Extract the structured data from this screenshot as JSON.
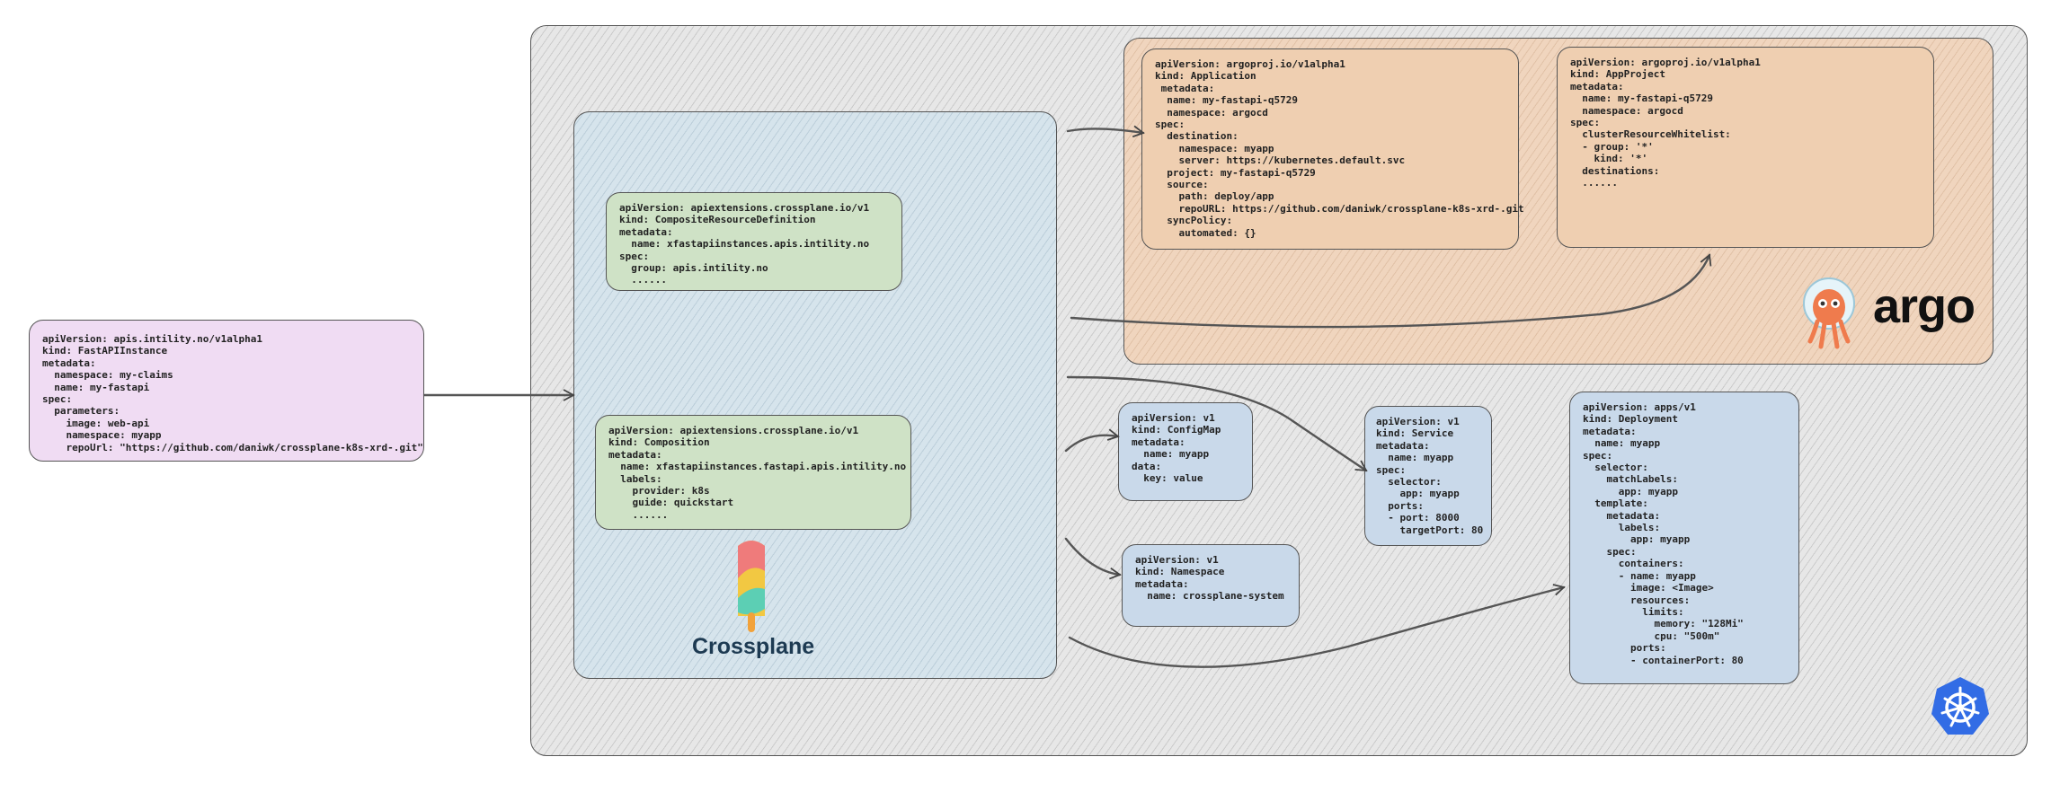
{
  "claim": {
    "code": "apiVersion: apis.intility.no/v1alpha1\nkind: FastAPIInstance\nmetadata:\n  namespace: my-claims\n  name: my-fastapi\nspec:\n  parameters:\n    image: web-api\n    namespace: myapp\n    repoUrl: \"https://github.com/daniwk/crossplane-k8s-xrd-.git\""
  },
  "crossplane": {
    "xrd": "apiVersion: apiextensions.crossplane.io/v1\nkind: CompositeResourceDefinition\nmetadata:\n  name: xfastapiinstances.apis.intility.no\nspec:\n  group: apis.intility.no\n  ......",
    "composition": "apiVersion: apiextensions.crossplane.io/v1\nkind: Composition\nmetadata:\n  name: xfastapiinstances.fastapi.apis.intility.no\n  labels:\n    provider: k8s\n    guide: quickstart\n    ......",
    "logo_text": "Crossplane"
  },
  "argo": {
    "application": "apiVersion: argoproj.io/v1alpha1\nkind: Application\n metadata:\n  name: my-fastapi-q5729\n  namespace: argocd\nspec:\n  destination:\n    namespace: myapp\n    server: https://kubernetes.default.svc\n  project: my-fastapi-q5729\n  source:\n    path: deploy/app\n    repoURL: https://github.com/daniwk/crossplane-k8s-xrd-.git\n  syncPolicy:\n    automated: {}",
    "appproject": "apiVersion: argoproj.io/v1alpha1\nkind: AppProject\nmetadata:\n  name: my-fastapi-q5729\n  namespace: argocd\nspec:\n  clusterResourceWhitelist:\n  - group: '*'\n    kind: '*'\n  destinations:\n  ......",
    "logo_text": "argo"
  },
  "k8s": {
    "configmap": "apiVersion: v1\nkind: ConfigMap\nmetadata:\n  name: myapp\ndata:\n  key: value",
    "namespace": "apiVersion: v1\nkind: Namespace\nmetadata:\n  name: crossplane-system",
    "service": "apiVersion: v1\nkind: Service\nmetadata:\n  name: myapp\nspec:\n  selector:\n    app: myapp\n  ports:\n  - port: 8000\n    targetPort: 80",
    "deployment": "apiVersion: apps/v1\nkind: Deployment\nmetadata:\n  name: myapp\nspec:\n  selector:\n    matchLabels:\n      app: myapp\n  template:\n    metadata:\n      labels:\n        app: myapp\n    spec:\n      containers:\n      - name: myapp\n        image: <Image>\n        resources:\n          limits:\n            memory: \"128Mi\"\n            cpu: \"500m\"\n        ports:\n        - containerPort: 80"
  },
  "colors": {
    "claim_bg": "#f0dcf3",
    "crossplane_bg": "#d6e4ec",
    "crossplane_card": "#cfe2c6",
    "argo_bg": "#f0d5be",
    "argo_card": "#efcfb1",
    "k8s_card": "#c9d9ea",
    "k8s_blue": "#326ce5",
    "crossplane_text": "#1d3a52"
  },
  "icons": [
    "crossplane-popsicle-icon",
    "argo-octopus-icon",
    "kubernetes-helm-icon"
  ]
}
